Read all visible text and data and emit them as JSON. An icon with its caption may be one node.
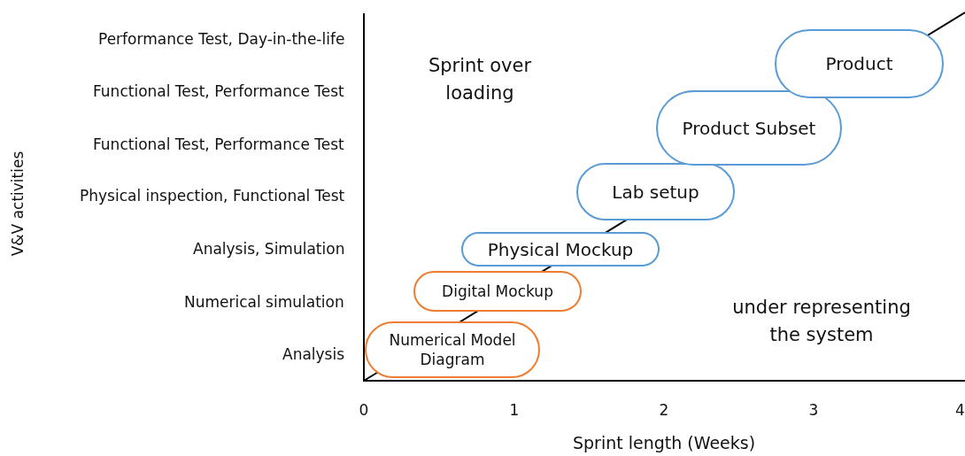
{
  "diagram": {
    "nodes": [
      {
        "text": [
          "Numerical Model Diagram"
        ]
      },
      {
        "text": [
          "Digital Mockup"
        ]
      },
      {
        "text": [
          "Physical Mockup"
        ]
      },
      {
        "text": [
          "Lab setup"
        ]
      },
      {
        "text": [
          "Product Subset"
        ]
      },
      {
        "text": [
          "Product"
        ]
      }
    ],
    "labels": [
      "Performance Test, Day-in-the-life",
      "Functional Test, Performance Test",
      "Functional Test, Performance Test",
      "Physical inspection, Functional Test",
      "Analysis, Simulation",
      "Numerical simulation",
      "Analysis",
      "V&V activities",
      "Sprint over loading",
      "under representing the system",
      "0",
      "1",
      "2",
      "3",
      "4",
      "Sprint length (Weeks)"
    ]
  }
}
